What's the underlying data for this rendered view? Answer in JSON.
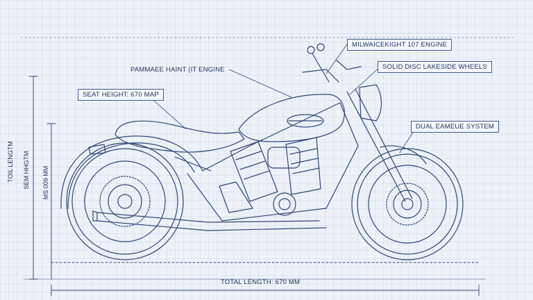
{
  "callouts": {
    "engine_top": "MILWAICEKIGHT 107 ENGINE",
    "wheels": "SOLID DISC LAKESIDE WHEELS",
    "engine_left": "PAMMAEE HAINT (IT ENGINE",
    "seat_height": "SEAT HEIGHT: 670 MAP",
    "brakes": "DUAL EAMEUE SYSTEM"
  },
  "dimensions": {
    "total_length": "TOTAL LENGTH: 670 MM",
    "total_height": "TOIL LENGTM",
    "seat_height_vertical": "SEM HHGTM",
    "seat_dim_vertical": "MS 009 MM"
  },
  "colors": {
    "line": "#2e4678",
    "paper": "#eef2f8",
    "grid": "#c5d0e2"
  }
}
